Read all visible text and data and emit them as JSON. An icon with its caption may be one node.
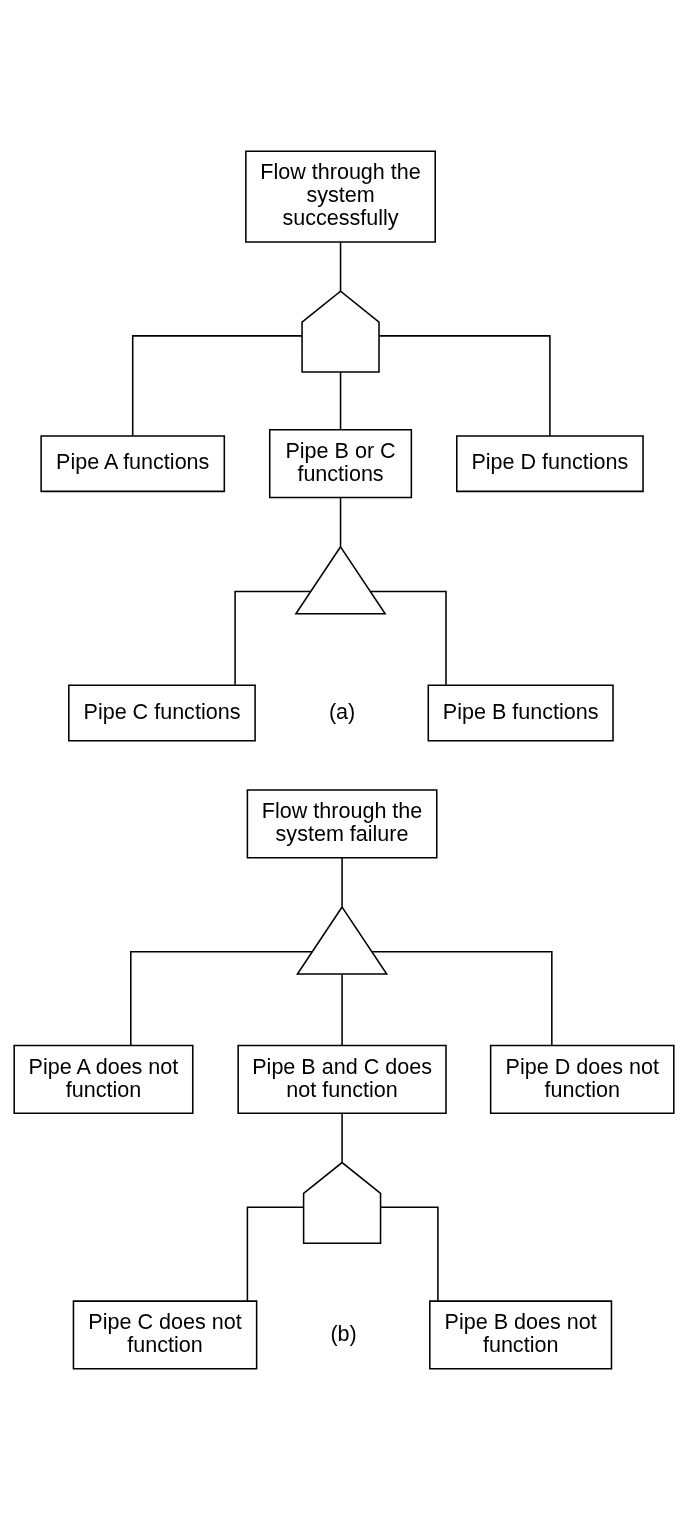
{
  "diagram": {
    "nodes": [
      {
        "text": [
          "Flow through the system successfully"
        ]
      },
      {
        "text": [],
        "shape": "and-gate"
      },
      {
        "text": [
          "Pipe A functions"
        ]
      },
      {
        "text": [
          "Pipe B or C functions"
        ]
      },
      {
        "text": [
          "Pipe D functions"
        ]
      },
      {
        "text": [],
        "shape": "or-gate"
      },
      {
        "text": [
          "Pipe B functions"
        ]
      },
      {
        "text": [
          "Pipe C functions"
        ]
      },
      {
        "text": [
          "Flow through the system failure"
        ]
      },
      {
        "text": [],
        "shape": "or-gate"
      },
      {
        "text": [
          "Pipe A does not function"
        ]
      },
      {
        "text": [
          "Pipe B and C does not function"
        ]
      },
      {
        "text": [
          "Pipe D does not function"
        ]
      },
      {
        "text": [],
        "shape": "and-gate"
      },
      {
        "text": [
          "Pipe B does not function"
        ]
      },
      {
        "text": [
          "Pipe C does not function"
        ]
      }
    ],
    "edges": [
      {
        "from": 0,
        "to": 1,
        "arrow": "none"
      },
      {
        "from": 1,
        "to": 2,
        "arrow": "none"
      },
      {
        "from": 1,
        "to": 3,
        "arrow": "none"
      },
      {
        "from": 1,
        "to": 4,
        "arrow": "none"
      },
      {
        "from": 3,
        "to": 5,
        "arrow": "none"
      },
      {
        "from": 5,
        "to": 6,
        "arrow": "none"
      },
      {
        "from": 5,
        "to": 7,
        "arrow": "none"
      },
      {
        "from": 8,
        "to": 9,
        "arrow": "none"
      },
      {
        "from": 9,
        "to": 10,
        "arrow": "none"
      },
      {
        "from": 9,
        "to": 11,
        "arrow": "none"
      },
      {
        "from": 9,
        "to": 12,
        "arrow": "none"
      },
      {
        "from": 11,
        "to": 13,
        "arrow": "none"
      },
      {
        "from": 13,
        "to": 14,
        "arrow": "none"
      },
      {
        "from": 13,
        "to": 15,
        "arrow": "none"
      }
    ],
    "labels": [
      "(a)",
      "(b)"
    ]
  }
}
